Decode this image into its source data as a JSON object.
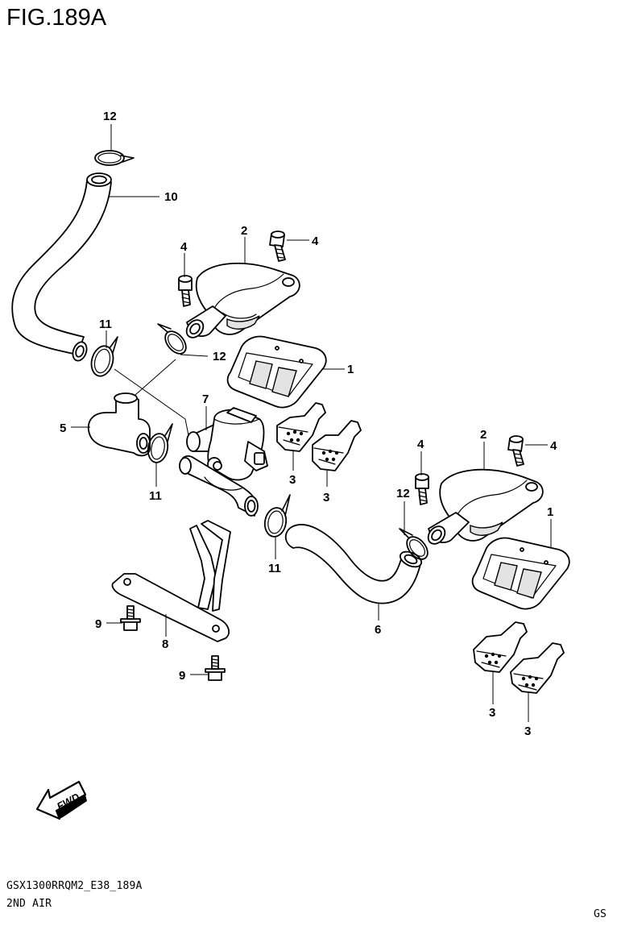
{
  "figure": {
    "title": "FIG.189A"
  },
  "footer": {
    "code": "GSX1300RRQM2_E38_189A",
    "caption": "2ND AIR",
    "market": "GS"
  },
  "fwd_label": "FWD",
  "callouts": {
    "c12_top": "12",
    "c10": "10",
    "c2_left": "2",
    "c4_left_a": "4",
    "c4_left_b": "4",
    "c11_upper": "11",
    "c12_mid": "12",
    "c1_left": "1",
    "c7": "7",
    "c5": "5",
    "c3_a": "3",
    "c3_b": "3",
    "c11_lower": "11",
    "c11_right": "11",
    "c6": "6",
    "c9_a": "9",
    "c8": "8",
    "c9_b": "9",
    "c4_right_a": "4",
    "c2_right": "2",
    "c4_right_b": "4",
    "c12_right": "12",
    "c1_right": "1",
    "c3_c": "3",
    "c3_d": "3"
  }
}
